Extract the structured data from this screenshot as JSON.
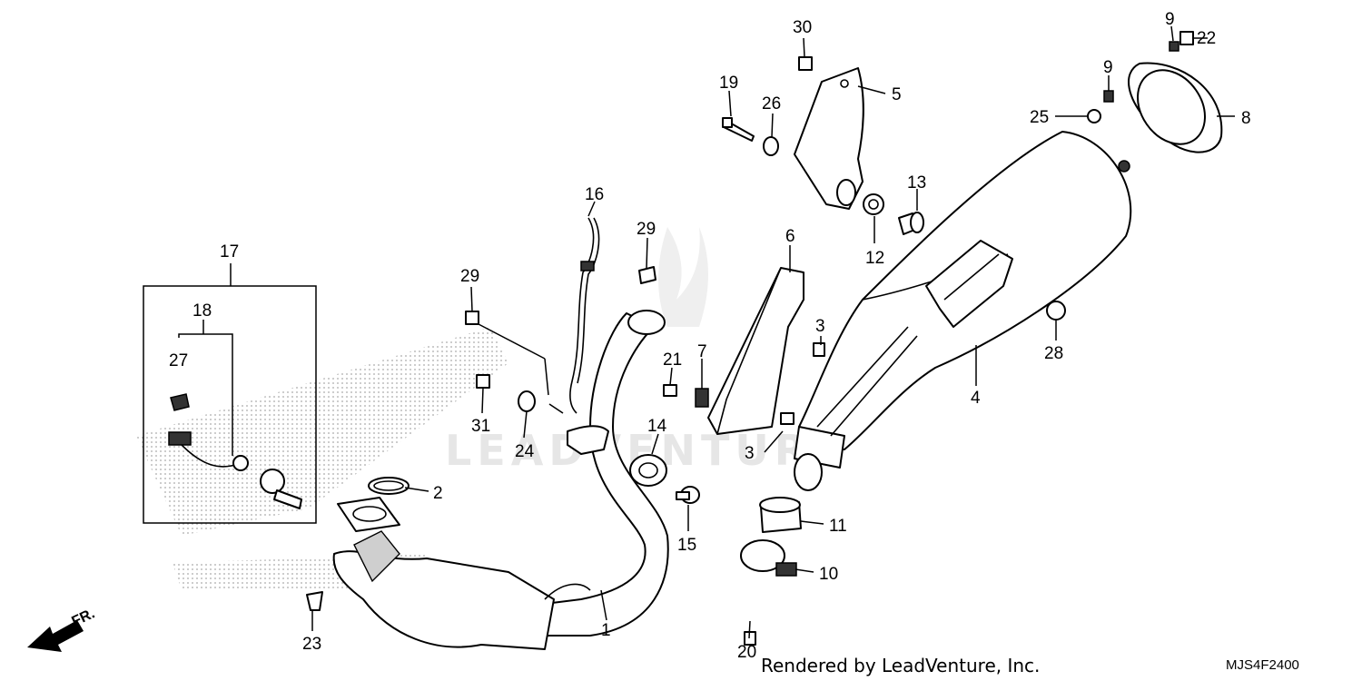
{
  "watermark": "LEADVENTURE",
  "direction_label": "FR.",
  "footer_credit": "Rendered by LeadVenture, Inc.",
  "diagram_code": "MJS4F2400",
  "callouts": {
    "c1": "1",
    "c2": "2",
    "c3a": "3",
    "c3b": "3",
    "c4": "4",
    "c5": "5",
    "c6": "6",
    "c7": "7",
    "c8": "8",
    "c9a": "9",
    "c9b": "9",
    "c10": "10",
    "c11": "11",
    "c12": "12",
    "c13": "13",
    "c14": "14",
    "c15": "15",
    "c16": "16",
    "c17": "17",
    "c18": "18",
    "c19": "19",
    "c20": "20",
    "c21": "21",
    "c22": "22",
    "c23": "23",
    "c24": "24",
    "c25": "25",
    "c26": "26",
    "c27": "27",
    "c28": "28",
    "c29a": "29",
    "c29b": "29",
    "c30": "30",
    "c31": "31"
  }
}
